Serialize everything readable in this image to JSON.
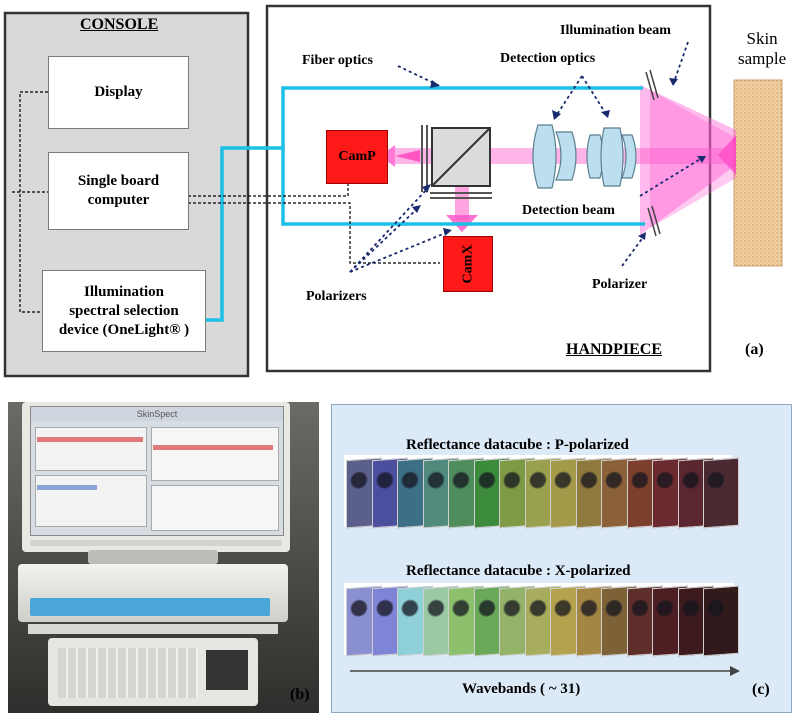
{
  "console": {
    "title": "CONSOLE",
    "display": "Display",
    "sbc_line1": "Single board",
    "sbc_line2": "computer",
    "illum_line1": "Illumination",
    "illum_line2": "spectral selection",
    "illum_line3": "device (OneLight® )"
  },
  "handpiece": {
    "title": "HANDPIECE",
    "fiber_optics": "Fiber optics",
    "detection_optics": "Detection optics",
    "illumination_beam": "Illumination beam",
    "detection_beam": "Detection beam",
    "polarizers": "Polarizers",
    "polarizer": "Polarizer",
    "camp": "CamP",
    "camx": "CamX"
  },
  "skin": {
    "line1": "Skin",
    "line2": "sample"
  },
  "panels": {
    "a": "(a)",
    "b": "(b)",
    "c": "(c)"
  },
  "screen": {
    "app_title": "SkinSpect"
  },
  "datacube": {
    "p_title": "Reflectance datacube :  P-polarized",
    "x_title": "Reflectance datacube :  X-polarized",
    "wavebands": "Wavebands ( ~ 31)",
    "p_colors": [
      "#5a5f8c",
      "#4b4f9e",
      "#3d6f86",
      "#4f8a7d",
      "#4f8d5d",
      "#3c8a3c",
      "#7e9a45",
      "#9aa14e",
      "#a49a4a",
      "#8e7a3c",
      "#8a6138",
      "#7c3f2c",
      "#6a2a30",
      "#5a2630",
      "#4a2a30"
    ],
    "x_colors": [
      "#8a8fcf",
      "#7e84d6",
      "#8fd0d8",
      "#9bc9a4",
      "#8cc06c",
      "#6aa85a",
      "#93b468",
      "#a8ad5e",
      "#b4a24e",
      "#a48644",
      "#7d6238",
      "#5e2f2a",
      "#4e1f22",
      "#3c1a1d",
      "#321a1c"
    ]
  }
}
